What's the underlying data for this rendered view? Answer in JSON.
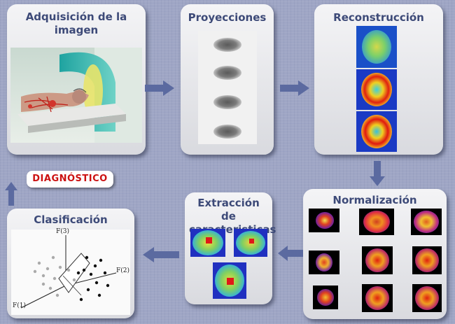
{
  "title": "",
  "steps": {
    "adquisicion": {
      "label": "Adquisición de la imagen"
    },
    "proyecciones": {
      "label": "Proyecciones"
    },
    "reconstruccion": {
      "label": "Reconstrucción"
    },
    "normalizacion": {
      "label": "Normalización"
    },
    "extraccion": {
      "label": "Extracción de caracteristicas"
    },
    "clasificacion": {
      "label": "Clasificación"
    }
  },
  "diagnostico": {
    "label": "DIAGNÓSTICO"
  },
  "plot_axes": {
    "f1": "F(1)",
    "f2": "F(2)",
    "f3": "F(3)"
  },
  "colors": {
    "title_text": "#3d4a78",
    "arrow": "#5b6aa0",
    "diagnostico_text": "#cc1111",
    "background": "#9fa6c5"
  }
}
